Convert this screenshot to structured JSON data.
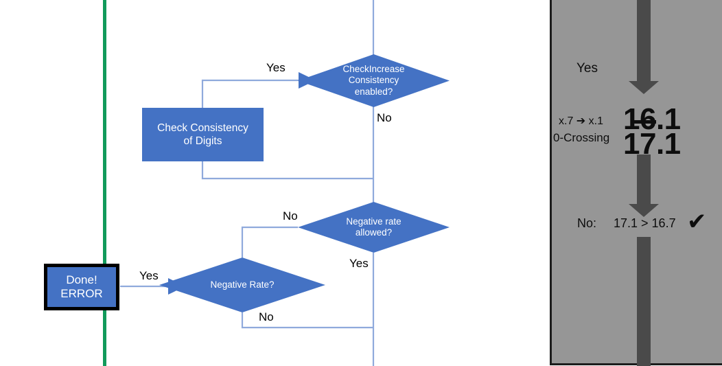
{
  "flowchart": {
    "nodes": {
      "decision_check_increase": {
        "lines": [
          "CheckIncrease",
          "Consistency",
          "enabled?"
        ],
        "shape": "diamond",
        "fill": "#4472C4"
      },
      "process_check_consistency": {
        "lines": [
          "Check Consistency",
          "of Digits"
        ],
        "shape": "rectangle",
        "fill": "#4472C4"
      },
      "decision_negative_rate_allowed": {
        "lines": [
          "Negative rate",
          "allowed?"
        ],
        "shape": "diamond",
        "fill": "#4472C4"
      },
      "decision_negative_rate": {
        "lines": [
          "Negative Rate?"
        ],
        "shape": "diamond",
        "fill": "#4472C4"
      },
      "terminal_done_error": {
        "lines": [
          "Done!",
          "ERROR"
        ],
        "shape": "rectangle",
        "fill": "#4472C4",
        "border": "#000000"
      }
    },
    "edge_labels": {
      "check_increase_yes": "Yes",
      "check_increase_no": "No",
      "negative_allowed_no": "No",
      "negative_allowed_yes": "Yes",
      "negative_rate_yes": "Yes",
      "negative_rate_no": "No"
    },
    "colors": {
      "connector": "#8FAADC",
      "node_fill": "#4472C4",
      "divider_green": "#129A5B",
      "text_on_node": "#FFFFFF"
    }
  },
  "panel": {
    "background": "#969696",
    "arrow_color": "#4A4A4A",
    "border": "#1C1C1C",
    "yes_label": "Yes",
    "rounding_label_line1": "x.7 ➔ x.1",
    "rounding_label_line2": "0-Crossing",
    "value_struck": "16.1",
    "value_result": "17.1",
    "comparison_prefix": "No:",
    "comparison": "17.1 > 16.7",
    "check_glyph": "✔"
  }
}
